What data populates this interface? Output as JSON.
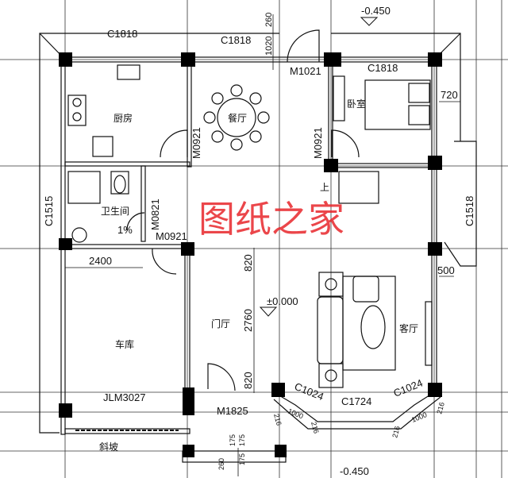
{
  "plan": {
    "elevation_top": "-0.450",
    "elevation_bottom": "-0.450",
    "elevation_floor": "±0.000",
    "watermark": "图纸之家",
    "rooms": {
      "kitchen": "厨房",
      "dining": "餐厅",
      "bedroom": "卧室",
      "bathroom": "卫生间",
      "foyer": "门厅",
      "living": "客厅",
      "garage": "车库",
      "stairs_up": "上",
      "ramp": "斜坡"
    },
    "windows": {
      "kitchen_top": "C1818",
      "dining_top": "C1818",
      "bedroom_top": "C1818",
      "bath_left": "C1515",
      "stair_right": "C1518",
      "bay_left": "C1024",
      "bay_center": "C1724",
      "bay_right": "C1024"
    },
    "doors": {
      "back": "M1021",
      "kitchen": "M0921",
      "bedroom": "M0921",
      "bath": "M0821",
      "garage_inner": "M0921",
      "garage": "JLM3027",
      "entrance": "M1825"
    },
    "dimensions": {
      "d260_top": "260",
      "d1020": "1020",
      "d720": "720",
      "d2400": "2400",
      "d820_a": "820",
      "d2760": "2760",
      "d820_b": "820",
      "d500": "500",
      "d216_1": "216",
      "d1000_l": "1000",
      "d216_2": "216",
      "d216_3": "216",
      "d1000_r": "1000",
      "d216_4": "216",
      "d175_1": "175",
      "d175_2": "175",
      "d175_3": "175",
      "d260_bottom": "260",
      "slope": "1%"
    }
  }
}
